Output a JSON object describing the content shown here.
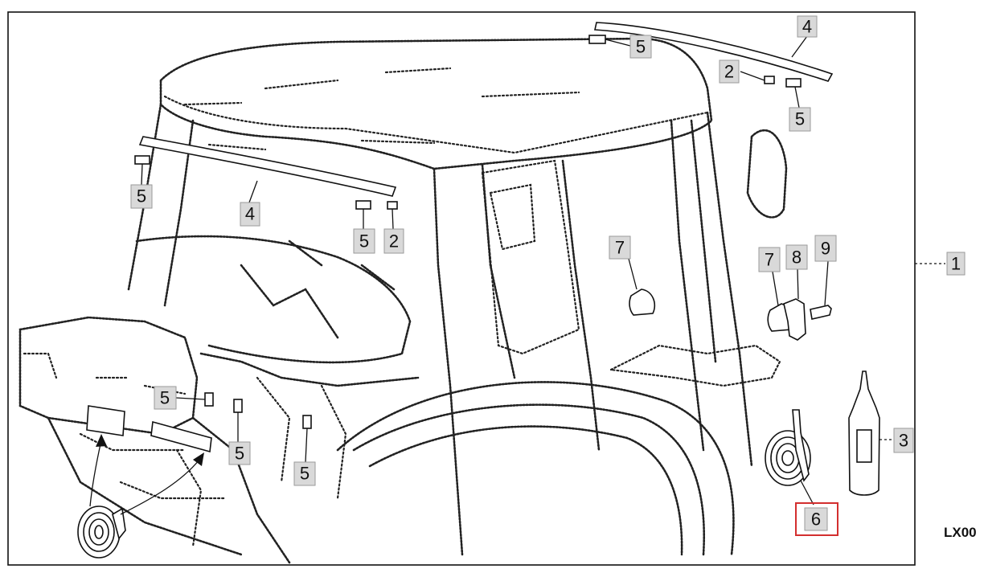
{
  "callouts": {
    "c1": "1",
    "c2_top": "2",
    "c2_mid": "2",
    "c3": "3",
    "c4_top": "4",
    "c4_left": "4",
    "c5_top": "5",
    "c5_right": "5",
    "c5_left": "5",
    "c5_mid": "5",
    "c5_low1": "5",
    "c5_low2": "5",
    "c5_low3": "5",
    "c6": "6",
    "c7_left": "7",
    "c7_right": "7",
    "c8": "8",
    "c9": "9"
  },
  "figure_code": "LX00",
  "colors": {
    "callout_fill": "#d9d9d9",
    "highlight": "#d32f2f",
    "line": "#222222"
  }
}
